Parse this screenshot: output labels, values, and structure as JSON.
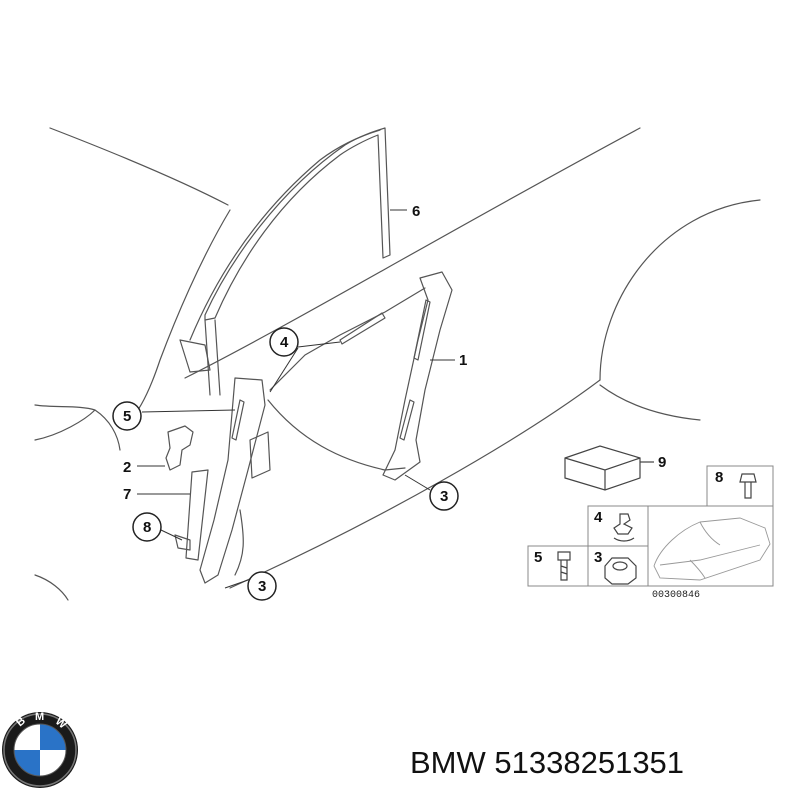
{
  "diagram": {
    "callouts": {
      "c1": "1",
      "c2": "2",
      "c3a": "3",
      "c3b": "3",
      "c4": "4",
      "c5": "5",
      "c6": "6",
      "c7": "7",
      "c8": "8"
    },
    "legend": {
      "c9": "9",
      "c8": "8",
      "c4": "4",
      "c5": "5",
      "c3": "3"
    },
    "reference_code": "00300846"
  },
  "logo": {
    "letters": [
      "B",
      "M",
      "W"
    ]
  },
  "caption": {
    "brand": "BMW",
    "part_number": "51338251351"
  }
}
